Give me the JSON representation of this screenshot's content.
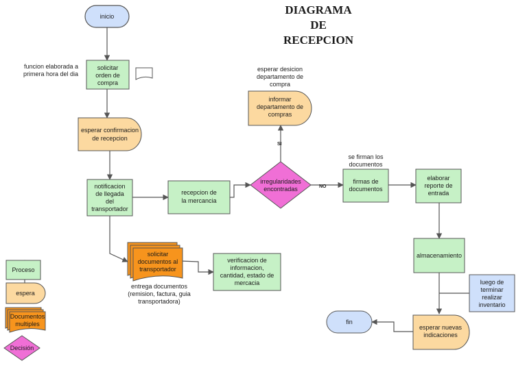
{
  "title_lines": [
    "DIAGRAMA",
    "DE",
    "RECEPCION"
  ],
  "colors": {
    "proceso": "#c6f1c6",
    "espera": "#fcd9a0",
    "multiples": "#f7941d",
    "decision": "#f06fd6",
    "terminal": "#cfe0fb",
    "nota": "#cfe0fb",
    "stroke": "#555555"
  },
  "nodes": {
    "inicio": "inicio",
    "solicitar": [
      "solicitar",
      "orden de",
      "compra"
    ],
    "esperar_confirmacion": [
      "esperar confirmacion",
      "de recepcion"
    ],
    "notificacion": [
      "notificacion",
      "de llegada",
      "del",
      "transportador"
    ],
    "recepcion": [
      "recepcion de",
      "la mercancia"
    ],
    "solicitar_docs": [
      "solicitar",
      "documentos al",
      "transportador"
    ],
    "verificacion": [
      "verificacion de",
      "informacion,",
      "cantidad, estado de",
      "mercacia"
    ],
    "irregularidades": [
      "irregularidades",
      "encontradas"
    ],
    "informar": [
      "informar",
      "departamento de",
      "compras"
    ],
    "firmas": [
      "firmas de",
      "documentos"
    ],
    "elaborar": [
      "elaborar",
      "reporte de",
      "entrada"
    ],
    "almacenamiento": "almacenamiento",
    "luego": [
      "luego de",
      "terminar",
      "realizar",
      "inventario"
    ],
    "esperar_nuevas": [
      "esperar nuevas",
      "indicaciones"
    ],
    "fin": "fin"
  },
  "annotations": {
    "funcion": [
      "funcion elaborada a",
      "primera hora del dia"
    ],
    "esperar_desicion": [
      "esperar desicion",
      "departamento de",
      "compra"
    ],
    "se_firman": [
      "se firman los",
      "documentos"
    ],
    "entrega": [
      "entrega documentos",
      "(remision, factura, guia",
      "transportadora)"
    ]
  },
  "edge_labels": {
    "si": "SI",
    "no": "NO"
  },
  "legend": {
    "proceso": "Proceso",
    "espera": "espera",
    "multiples": [
      "Documentos",
      "multiples"
    ],
    "decision": "Decisión"
  }
}
